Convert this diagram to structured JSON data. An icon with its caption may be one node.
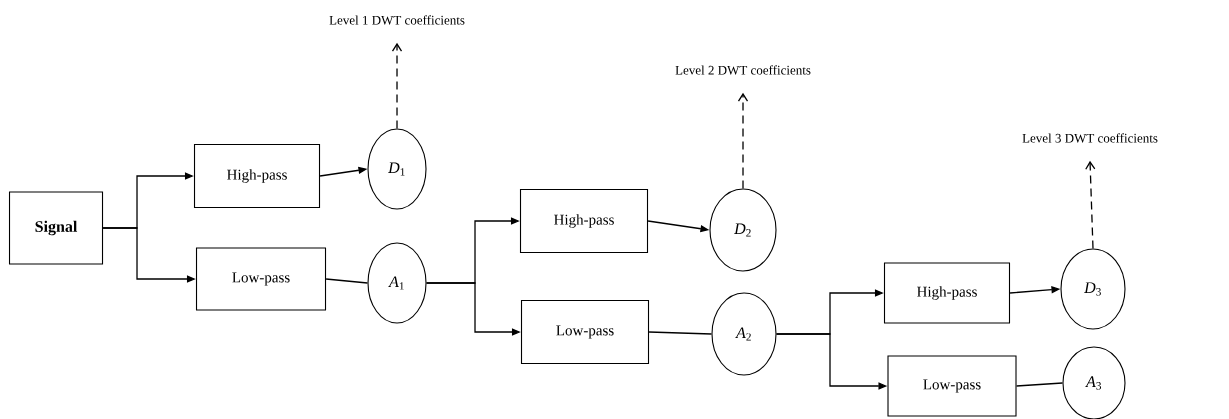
{
  "diagram": {
    "nodes": [
      {
        "text": [
          "Level 1 DWT coefficients"
        ]
      },
      {
        "text": [
          "Level 2 DWT coefficients"
        ]
      },
      {
        "text": [
          "Level 3 DWT coefficients"
        ]
      },
      {
        "text": [
          "**Signal**"
        ]
      },
      {
        "text": [
          "High-pass"
        ]
      },
      {
        "text": [
          "*D*$_{1}$"
        ]
      },
      {
        "text": [
          "Low-pass"
        ]
      },
      {
        "text": [
          "*A*$_{1}$"
        ]
      },
      {
        "text": [
          "High-pass"
        ]
      },
      {
        "text": [
          "*D*$_{2}$"
        ]
      },
      {
        "text": [
          "Low-pass"
        ]
      },
      {
        "text": [
          "*A*$_{2}$"
        ]
      },
      {
        "text": [
          "High-pass"
        ]
      },
      {
        "text": [
          "*D*$_{3}$"
        ]
      },
      {
        "text": [
          "Low-pass"
        ]
      },
      {
        "text": [
          "*A*$_{3}$"
        ]
      }
    ],
    "edges": [
      {
        "from": 3,
        "to": 4,
        "arrow": "to"
      },
      {
        "from": 3,
        "to": 6,
        "arrow": "to"
      },
      {
        "from": 4,
        "to": 5,
        "arrow": "to"
      },
      {
        "from": 6,
        "to": 7,
        "arrow": "none"
      },
      {
        "from": 5,
        "to": 0,
        "arrow": "to",
        "style": "dashed"
      },
      {
        "from": 7,
        "to": 8,
        "arrow": "to"
      },
      {
        "from": 7,
        "to": 10,
        "arrow": "to"
      },
      {
        "from": 8,
        "to": 9,
        "arrow": "to"
      },
      {
        "from": 10,
        "to": 11,
        "arrow": "none"
      },
      {
        "from": 9,
        "to": 1,
        "arrow": "to",
        "style": "dashed"
      },
      {
        "from": 11,
        "to": 12,
        "arrow": "to"
      },
      {
        "from": 11,
        "to": 14,
        "arrow": "to"
      },
      {
        "from": 12,
        "to": 13,
        "arrow": "to"
      },
      {
        "from": 14,
        "to": 15,
        "arrow": "none"
      },
      {
        "from": 13,
        "to": 2,
        "arrow": "to",
        "style": "dashed"
      }
    ]
  }
}
